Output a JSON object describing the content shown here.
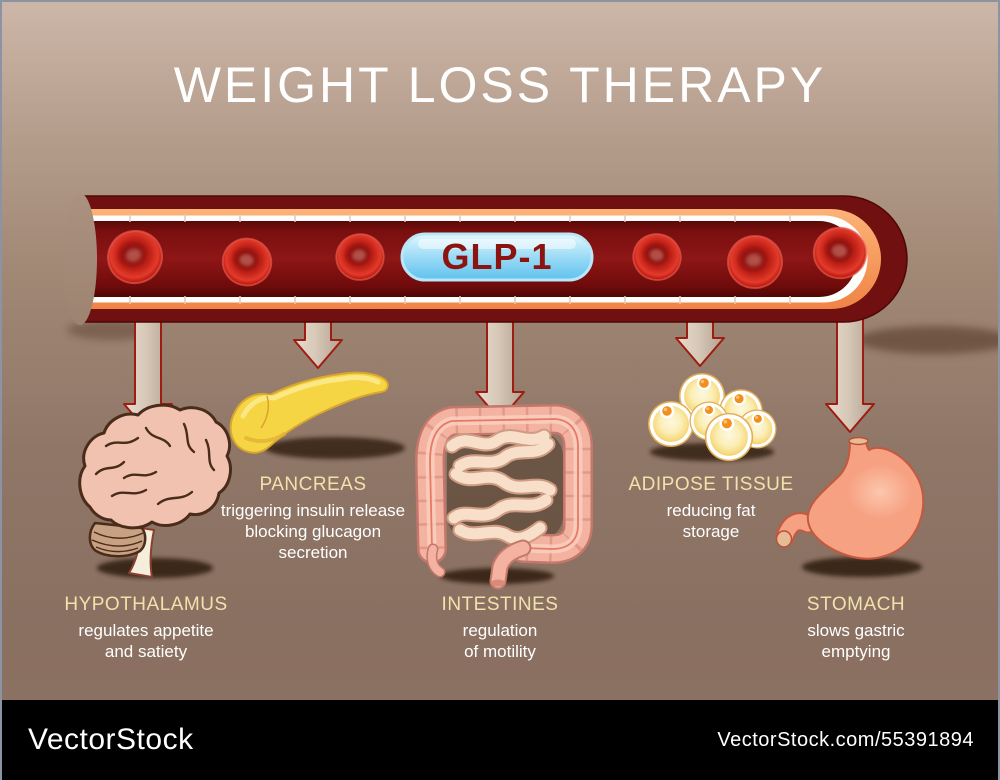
{
  "title": "WEIGHT LOSS THERAPY",
  "vessel": {
    "label": "GLP-1",
    "description": "blood-vessel-with-red-blood-cells"
  },
  "organs": [
    {
      "name": "HYPOTHALAMUS",
      "description": "regulates appetite\nand satiety",
      "icon": "brain-icon"
    },
    {
      "name": "PANCREAS",
      "description": "triggering insulin release\nblocking glucagon\nsecretion",
      "icon": "pancreas-icon"
    },
    {
      "name": "INTESTINES",
      "description": "regulation\nof motility",
      "icon": "intestines-icon"
    },
    {
      "name": "ADIPOSE TISSUE",
      "description": "reducing fat\nstorage",
      "icon": "adipose-tissue-icon"
    },
    {
      "name": "STOMACH",
      "description": "slows gastric\nemptying",
      "icon": "stomach-icon"
    }
  ],
  "watermark": {
    "logo": "VectorStock",
    "credit": "VectorStock.com/55391894"
  },
  "colors": {
    "background_top": "#cdb7a8",
    "background_bottom": "#8d7263",
    "vessel_wall": "#701010",
    "vessel_lining_orange": "#f79b5e",
    "blood_lumen": "#8e1616",
    "pill_blue": "#8fd6f4",
    "pill_text": "#8c1410",
    "arrow_fill": "#d7c8b8",
    "arrow_outline": "#9e1d13",
    "heading_text": "#f1e1ab",
    "body_text": "#ffffff",
    "watermark_bar": "#000000"
  }
}
